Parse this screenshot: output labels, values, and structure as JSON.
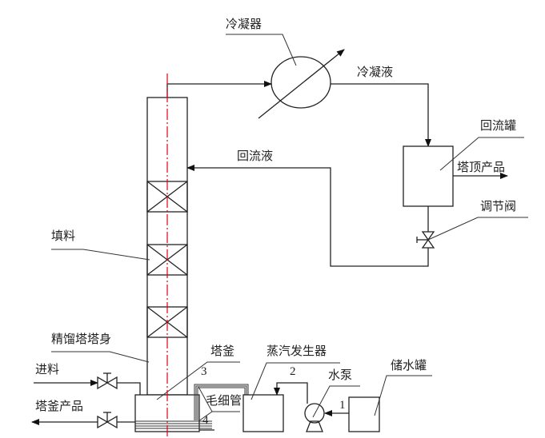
{
  "diagram": {
    "title": "Packed distillation column process flow diagram",
    "labels": {
      "condenser": "冷凝器",
      "condensate": "冷凝液",
      "reflux_tank": "回流罐",
      "top_product": "塔顶产品",
      "control_valve": "调节阀",
      "reflux_liquid": "回流液",
      "packing": "填料",
      "column_body": "精馏塔塔身",
      "feed": "进料",
      "reboiler": "塔釜",
      "bottom_product": "塔釜产品",
      "capillary": "毛细管",
      "steam_generator": "蒸汽发生器",
      "water_pump": "水泵",
      "water_tank": "储水罐"
    },
    "numbers": {
      "n1": "1",
      "n2": "2",
      "n3": "3",
      "n4": "4"
    },
    "colors": {
      "line": "#222222",
      "centerline": "#e0001a"
    }
  }
}
